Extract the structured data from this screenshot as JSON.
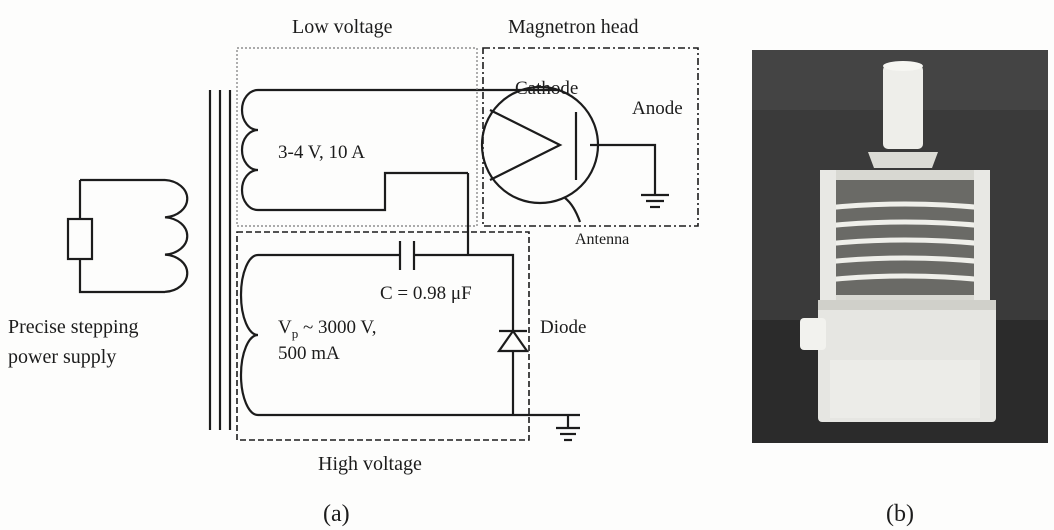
{
  "figure": {
    "panel_a": {
      "caption": "(a)",
      "supply": {
        "line1": "Precise stepping",
        "line2": "power supply"
      },
      "low_voltage": {
        "header": "Low voltage",
        "rating": "3-4 V, 10 A"
      },
      "magnetron": {
        "header": "Magnetron head",
        "cathode": "Cathode",
        "anode": "Anode",
        "antenna": "Antenna"
      },
      "high_voltage": {
        "header": "High voltage",
        "capacitor": "C = 0.98 μF",
        "diode": "Diode",
        "rating_prefix": "V",
        "rating_subscript": "p",
        "rating_value": " ~ 3000 V,",
        "rating_current": "500 mA"
      }
    },
    "panel_b": {
      "caption": "(b)",
      "photo": "magnetron-photo"
    },
    "colors": {
      "ink": "#1c1c1c",
      "paper": "#fdfdfc",
      "photo_bg": "#3a3a3a",
      "photo_body": "#e6e6e2"
    }
  }
}
